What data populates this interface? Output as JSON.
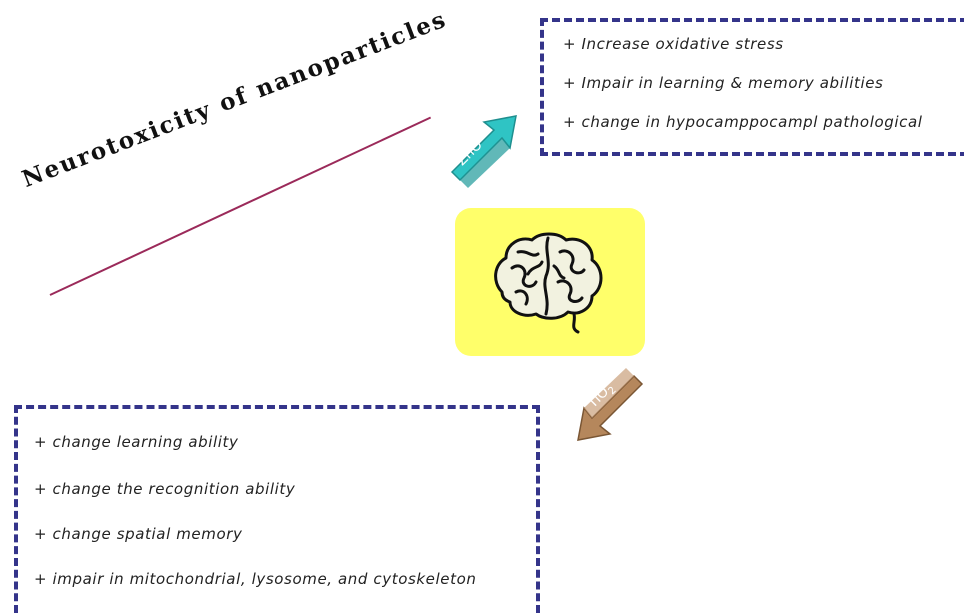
{
  "title": "Neurotoxicity of nanoparticles",
  "brain": {
    "icon": "brain-icon",
    "background": "#ffff6a"
  },
  "zno": {
    "label": "ZnO",
    "arrow_color": "#2fc4c4",
    "effects": [
      "+ Increase oxidative stress",
      "+ Impair in learning & memory abilities",
      "+ change in hypocamppocampl pathological"
    ]
  },
  "tio2": {
    "label_main": "TiO",
    "label_sub": "2",
    "arrow_color": "#b5875c",
    "effects": [
      "+  change learning ability",
      "+  change the recognition ability",
      "+  change spatial memory",
      "+  impair in mitochondrial, lysosome, and cytoskeleton"
    ]
  },
  "colors": {
    "border": "#34348a",
    "underline": "#9b2a5a"
  }
}
